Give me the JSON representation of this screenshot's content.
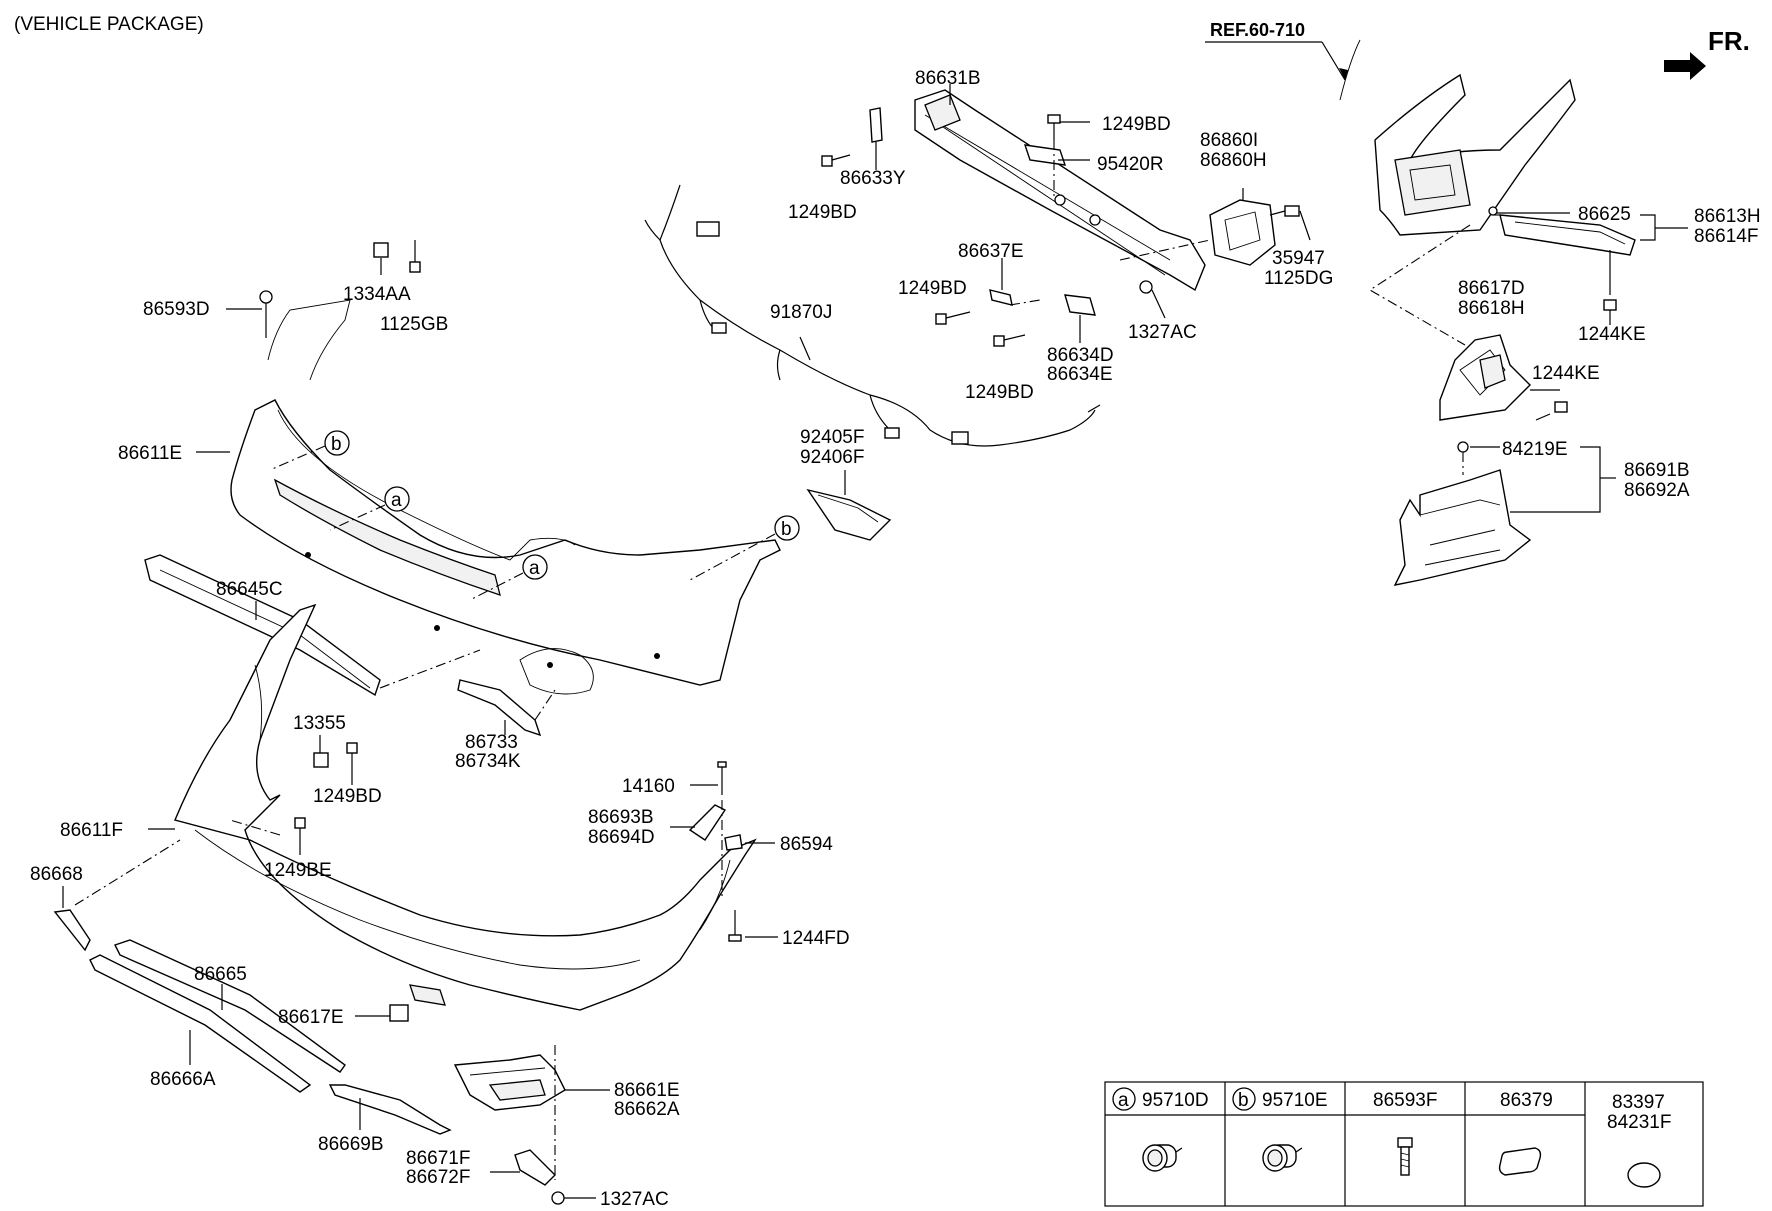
{
  "header": {
    "title": "(VEHICLE PACKAGE)"
  },
  "reference": {
    "label": "REF.60-710"
  },
  "orientation": {
    "label": "FR.",
    "icon": "front-arrow-icon"
  },
  "callouts": {
    "a": "a",
    "b": "b"
  },
  "parts": {
    "p86631B": "86631B",
    "p1249BD_top": "1249BD",
    "p95420R": "95420R",
    "p86633Y": "86633Y",
    "p1249BD_left": "1249BD",
    "p86860I": "86860I",
    "p86860H": "86860H",
    "p35947": "35947",
    "p1125DG": "1125DG",
    "p86625": "86625",
    "p86613H": "86613H",
    "p86614F": "86614F",
    "p86637E": "86637E",
    "p1249BD_mid": "1249BD",
    "p86593D": "86593D",
    "p1125GB": "1125GB",
    "p1334AA": "1334AA",
    "p91870J": "91870J",
    "p1327AC_top": "1327AC",
    "p86634D": "86634D",
    "p86634E": "86634E",
    "p1249BD_low": "1249BD",
    "p86617D": "86617D",
    "p86618H": "86618H",
    "p1244KE_top": "1244KE",
    "p1244KE_mid": "1244KE",
    "p84219E": "84219E",
    "p86691B": "86691B",
    "p86692A": "86692A",
    "p86611E": "86611E",
    "p92405F": "92405F",
    "p92406F": "92406F",
    "p86645C": "86645C",
    "p86733": "86733",
    "p86734K": "86734K",
    "p13355": "13355",
    "p1249BD_bottom": "1249BD",
    "p14160": "14160",
    "p86693B": "86693B",
    "p86694D": "86694D",
    "p86594": "86594",
    "p86611F": "86611F",
    "p1249BE": "1249BE",
    "p86668": "86668",
    "p1244FD": "1244FD",
    "p86665": "86665",
    "p86617E": "86617E",
    "p86666A": "86666A",
    "p86661E": "86661E",
    "p86662A": "86662A",
    "p86669B": "86669B",
    "p86671F": "86671F",
    "p86672F": "86672F",
    "p1327AC_bottom": "1327AC"
  },
  "legend": {
    "columns": [
      {
        "marker": "a",
        "code": "95710D",
        "icon": "parking-sensor-icon"
      },
      {
        "marker": "b",
        "code": "95710E",
        "icon": "parking-sensor-icon"
      },
      {
        "marker": "",
        "code": "86593F",
        "icon": "screw-icon"
      },
      {
        "marker": "",
        "code": "86379",
        "icon": "pad-icon"
      },
      {
        "marker": "",
        "code": "83397",
        "code2": "84231F",
        "icon": "oval-plug-icon"
      }
    ]
  }
}
